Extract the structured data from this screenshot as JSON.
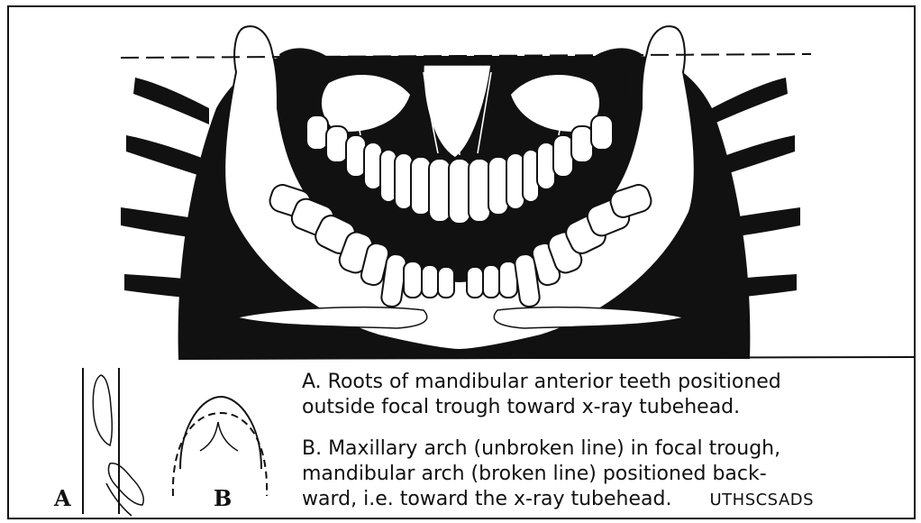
{
  "figure": {
    "labels": {
      "a": "A",
      "b": "B"
    },
    "captions": {
      "a_line1": "A. Roots of mandibular anterior teeth positioned",
      "a_line2": "outside focal trough toward x-ray tubehead.",
      "b_line1": "B. Maxillary arch (unbroken line) in focal trough,",
      "b_line2": "mandibular arch (broken line) positioned back-",
      "b_line3": "ward, i.e. toward the x-ray tubehead.",
      "credit": "UTHSCSADS"
    }
  }
}
